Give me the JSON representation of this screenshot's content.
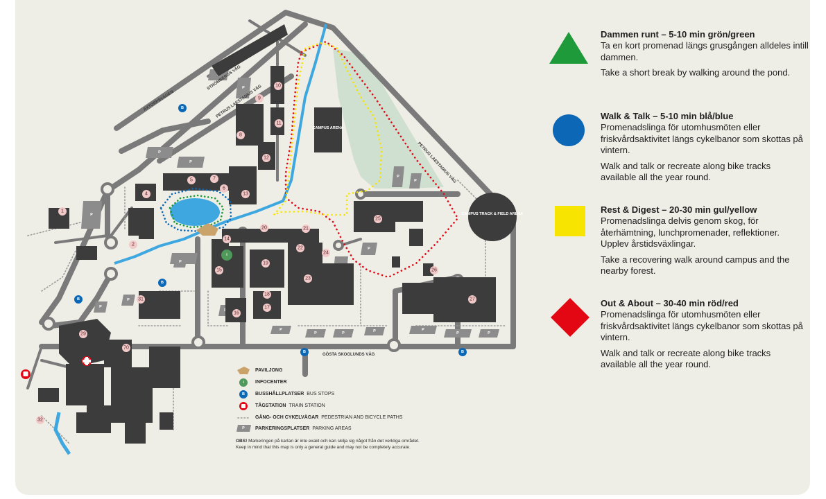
{
  "routes": [
    {
      "id": "green",
      "shape": "triangle",
      "color": "#1e9a3a",
      "title": "Dammen runt – 5-10 min grön/green",
      "swedish": "Ta en kort promenad längs grusgången alldeles intill dammen.",
      "english": "Take a short break by walking around the pond."
    },
    {
      "id": "blue",
      "shape": "circle",
      "color": "#0c68b7",
      "title": "Walk & Talk – 5-10 min blå/blue",
      "swedish": "Promenadslinga för utomhusmöten eller friskvårdsaktivitet längs cykelbanor som skottas på vintern.",
      "english": "Walk and talk or recreate along bike tracks available all the year round."
    },
    {
      "id": "yellow",
      "shape": "square",
      "color": "#f7e400",
      "title": "Rest & Digest – 20-30 min gul/yellow",
      "swedish": "Promenadslinga delvis genom skog, för återhämtning, lunchpromenader, reflektioner. Upplev årstidsväxlingar.",
      "english": "Take a recovering walk around campus and the nearby forest."
    },
    {
      "id": "red",
      "shape": "diamond",
      "color": "#e30613",
      "title": "Out & About – 30-40 min röd/red",
      "swedish": "Promenadslinga för utomhusmöten eller friskvårdsaktivitet längs cykelbanor som skottas på vintern.",
      "english": "Walk and talk or recreate along bike tracks available all the year round."
    }
  ],
  "map_legend": [
    {
      "id": "pavilion",
      "icon": "pavilion-icon",
      "label_sv": "PAVILJONG",
      "label_en": ""
    },
    {
      "id": "info",
      "icon": "info-icon",
      "label_sv": "INFOCENTER",
      "label_en": ""
    },
    {
      "id": "bus",
      "icon": "bus-stop-icon",
      "label_sv": "BUSSHÅLLPLATSER",
      "label_en": "BUS STOPS"
    },
    {
      "id": "train",
      "icon": "train-station-icon",
      "label_sv": "TÅGSTATION",
      "label_en": "TRAIN STATION"
    },
    {
      "id": "paths",
      "icon": "path-dots-icon",
      "label_sv": "GÅNG- OCH CYKELVÄGAR",
      "label_en": "PEDESTRIAN AND BICYCLE PATHS"
    },
    {
      "id": "parking",
      "icon": "parking-icon",
      "label_sv": "PARKERINGSPLATSER",
      "label_en": "PARKING AREAS"
    }
  ],
  "note": {
    "bold": "OBS!",
    "sv": "Markeringen på kartan är inte exakt och kan skilja sig något från det verkliga området.",
    "en": "Keep in mind that this map is only a general guide and may not be completely accurate."
  },
  "street_names": {
    "axtorp": "AXTORPSVÄGEN",
    "stromberg": "STRÖMBERGS VÄG",
    "petrus_west": "PETRUS LAESTADIUS VÄG",
    "petrus_east": "PETRUS LAESTADIUS VÄG",
    "gosta": "GÖSTA SKOGLUNDS VÄG"
  },
  "places": {
    "arena": "CAMPUS ARENA",
    "track": "CAMPUS TRACK & FIELD ARENA"
  },
  "building_numbers": [
    "1",
    "2",
    "4",
    "5",
    "6",
    "7",
    "8",
    "9",
    "10",
    "11",
    "12",
    "13",
    "14",
    "15",
    "16",
    "17",
    "18",
    "19",
    "20",
    "21",
    "22",
    "23",
    "24",
    "25",
    "26",
    "27",
    "29",
    "31",
    "32",
    "70"
  ],
  "parking_label": "P",
  "bus_label": "B",
  "info_label": "i",
  "colors": {
    "background": "#efeee6",
    "road": "#7a7a7a",
    "building": "#3c3c3c",
    "parking": "#8c8c8c",
    "water": "#3ea7e0",
    "forest": "#cfe0d0",
    "number_badge": "#f2c9c9",
    "pavilion": "#c9a36a",
    "info": "#4f9a5a",
    "train": "#e30613"
  }
}
